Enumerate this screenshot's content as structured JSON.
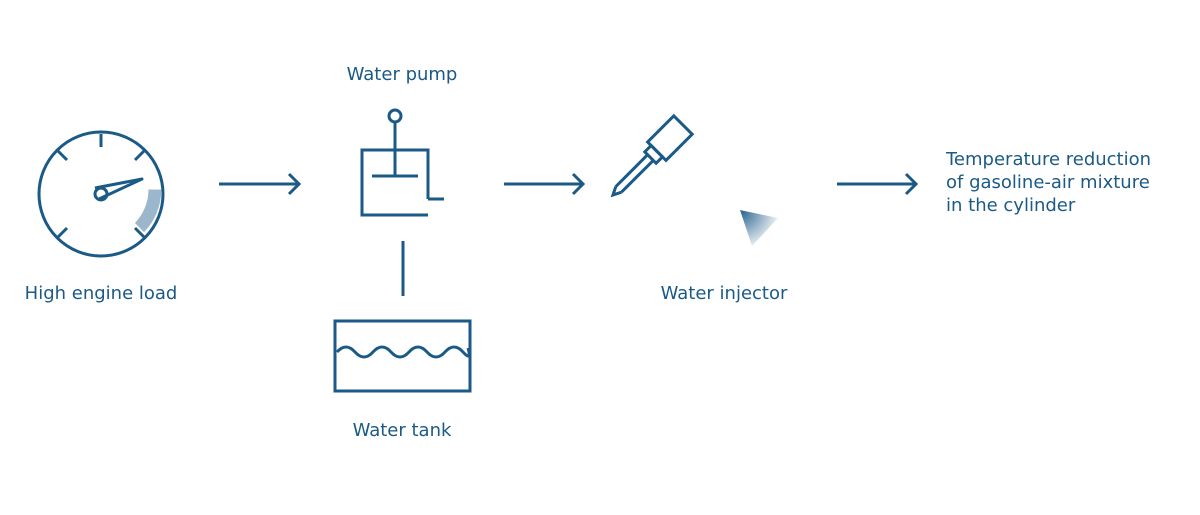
{
  "colors": {
    "stroke": "#1b5a86",
    "fill_accent": "#9cb6cc",
    "background": "#ffffff"
  },
  "nodes": {
    "engine_load": {
      "label": "High engine load",
      "icon": "gauge-icon"
    },
    "water_pump": {
      "label": "Water pump",
      "icon": "pump-icon"
    },
    "water_tank": {
      "label": "Water tank",
      "icon": "tank-icon"
    },
    "water_injector": {
      "label": "Water injector",
      "icon": "injector-icon"
    },
    "result": {
      "lines": [
        "Temperature reduction",
        "of gasoline-air mixture",
        "in the cylinder"
      ]
    }
  },
  "edges": [
    {
      "from": "engine_load",
      "to": "water_pump",
      "type": "arrow"
    },
    {
      "from": "water_pump",
      "to": "water_injector",
      "type": "arrow"
    },
    {
      "from": "water_injector",
      "to": "result",
      "type": "arrow"
    },
    {
      "from": "water_tank",
      "to": "water_pump",
      "type": "line"
    }
  ]
}
